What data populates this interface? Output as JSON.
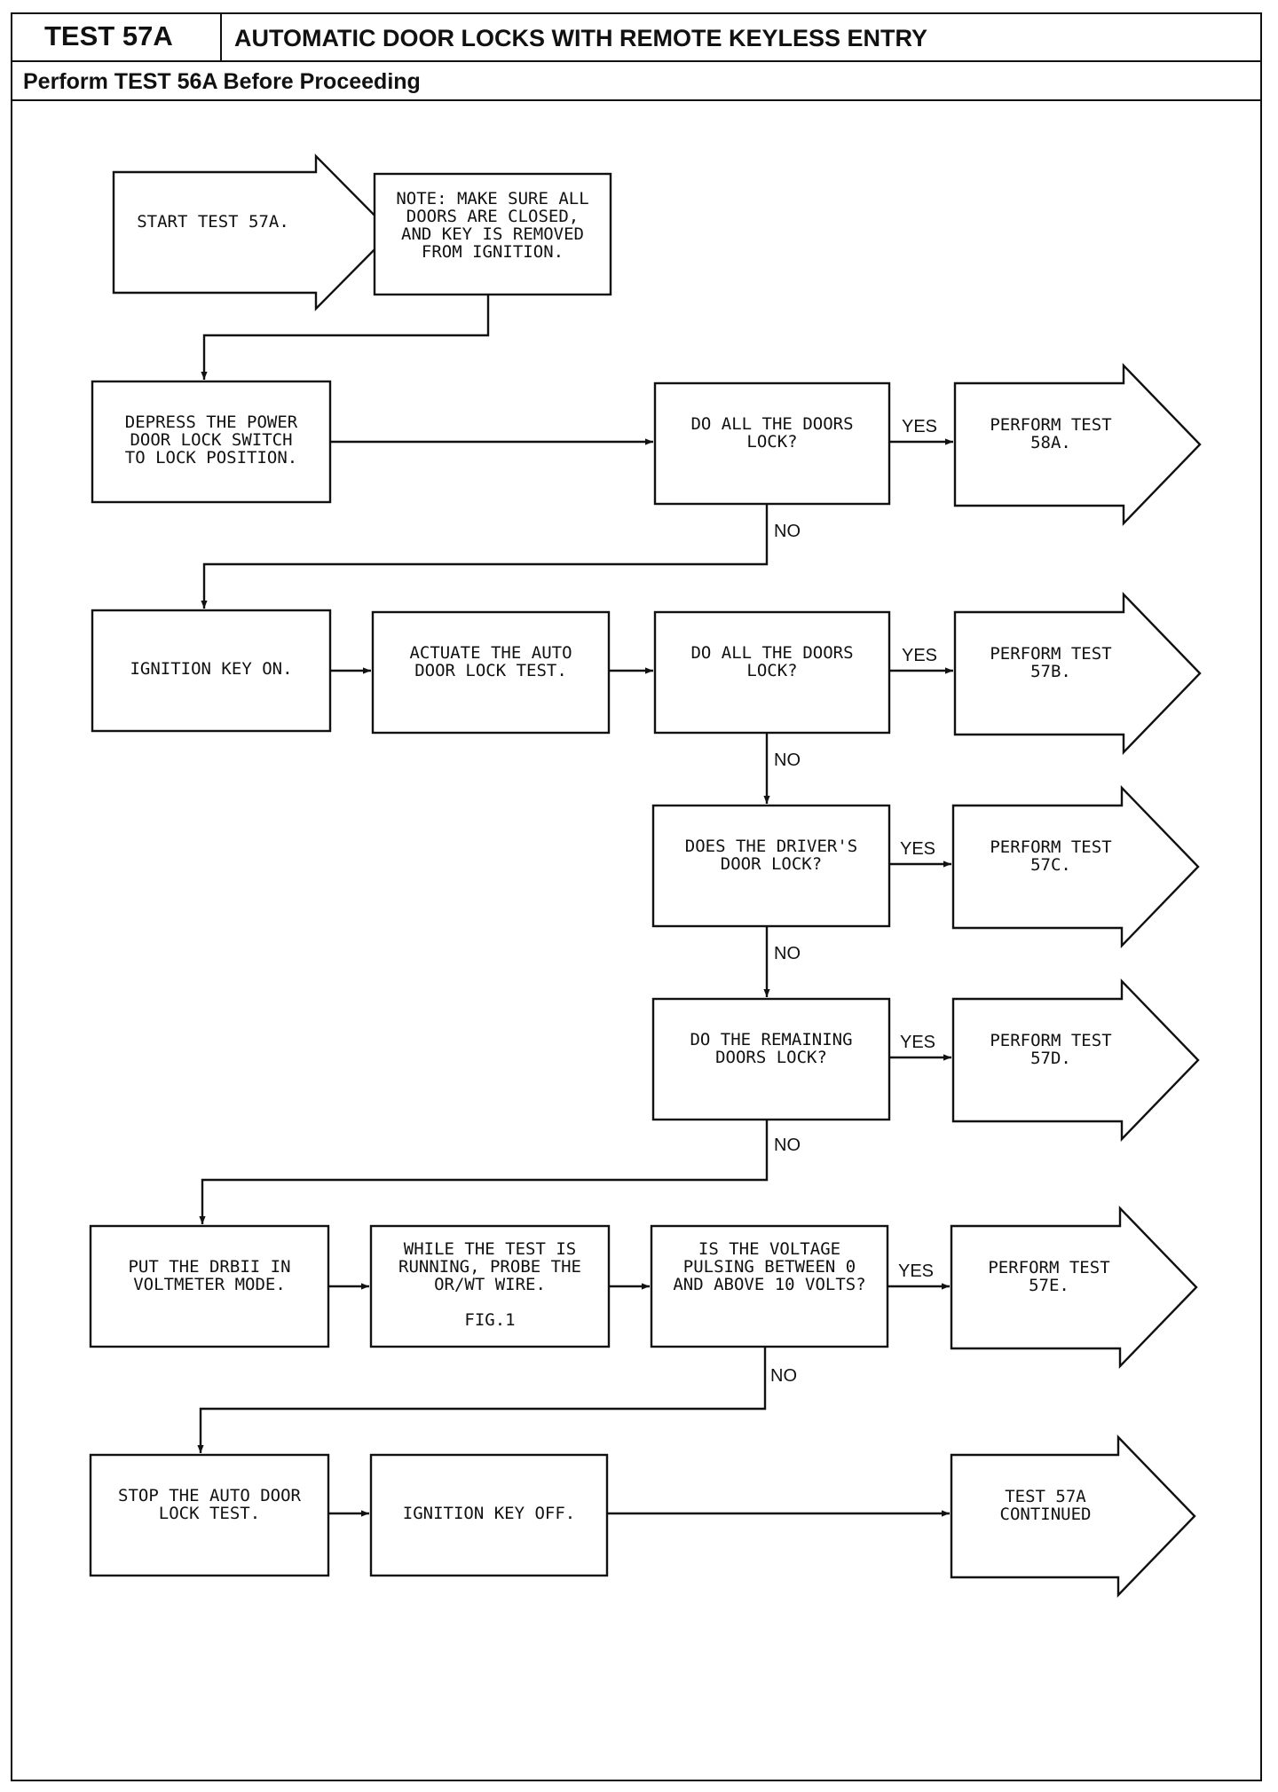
{
  "header": {
    "test_label": "TEST 57A",
    "title": "AUTOMATIC DOOR LOCKS WITH REMOTE KEYLESS ENTRY",
    "prereq": "Perform TEST 56A Before Proceeding"
  },
  "flow": {
    "start": [
      "START TEST 57A."
    ],
    "note": [
      "NOTE: MAKE SURE ALL",
      "DOORS ARE CLOSED,",
      "AND KEY IS REMOVED",
      "FROM IGNITION."
    ],
    "depress": [
      "DEPRESS THE POWER",
      "DOOR LOCK SWITCH",
      "TO LOCK POSITION."
    ],
    "q_all_lock_1": [
      "DO ALL THE DOORS",
      "LOCK?"
    ],
    "perform_58a": [
      "PERFORM TEST",
      "58A."
    ],
    "ignition_on": [
      "IGNITION KEY ON."
    ],
    "actuate": [
      "ACTUATE THE AUTO",
      "DOOR LOCK TEST."
    ],
    "q_all_lock_2": [
      "DO ALL THE DOORS",
      "LOCK?"
    ],
    "perform_57b": [
      "PERFORM TEST",
      "57B."
    ],
    "q_driver": [
      "DOES THE DRIVER'S",
      "DOOR LOCK?"
    ],
    "perform_57c": [
      "PERFORM TEST",
      "57C."
    ],
    "q_remaining": [
      "DO THE REMAINING",
      "DOORS LOCK?"
    ],
    "perform_57d": [
      "PERFORM TEST",
      "57D."
    ],
    "drbii": [
      "PUT THE DRBII IN",
      "VOLTMETER MODE."
    ],
    "probe": [
      "WHILE THE TEST IS",
      "RUNNING, PROBE THE",
      "OR/WT WIRE."
    ],
    "probe_fig": "FIG.1",
    "q_voltage": [
      "IS THE VOLTAGE",
      "PULSING BETWEEN 0",
      "AND ABOVE 10 VOLTS?"
    ],
    "perform_57e": [
      "PERFORM TEST",
      "57E."
    ],
    "stop": [
      "STOP THE AUTO DOOR",
      "LOCK TEST."
    ],
    "ignition_off": [
      "IGNITION KEY OFF."
    ],
    "continued": [
      "TEST 57A",
      "CONTINUED"
    ]
  },
  "labels": {
    "yes": "YES",
    "no": "NO"
  }
}
